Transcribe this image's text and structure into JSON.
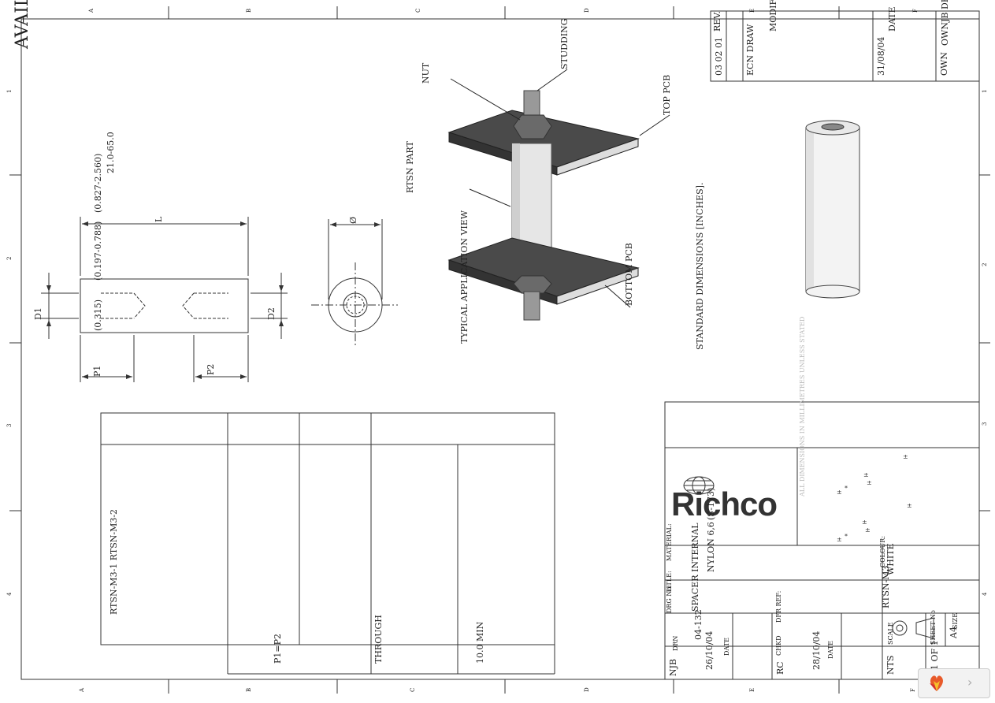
{
  "frame": {
    "watermark": "AVAIL",
    "col_letters_top": [
      "A",
      "B",
      "C",
      "D",
      "E",
      "F"
    ],
    "col_letters_bottom": [
      "A",
      "B",
      "C",
      "D",
      "E",
      "F"
    ],
    "row_numbers_left": [
      "1",
      "2",
      "3",
      "4"
    ],
    "row_numbers_right": [
      "1",
      "2",
      "3",
      "4"
    ]
  },
  "revision_block": {
    "rev_label": "REV.",
    "rev_values": "03 02 01",
    "ecn_text": "ECN DRAW",
    "modif_label": "MODIF",
    "date_label": "DATE",
    "date_values": "31/08/04",
    "drn_label": "OWNJB DRN",
    "drn_values": "OWN"
  },
  "part_drawing": {
    "dim_L": "L",
    "dim_D1": "D1",
    "dim_D2": "D2",
    "dim_P1": "P1",
    "dim_P2": "P2",
    "dim_OD": "Ø",
    "range_1": "(0.827-2.560)",
    "range_1b": "21.0-65.0",
    "range_2": "(0.197-0.788)",
    "range_3": "(0.315)"
  },
  "application_view": {
    "label_nut": "NUT",
    "label_studding": "STUDDING",
    "label_top_pcb": "TOP PCB",
    "label_rtsn_part": "RTSN PART",
    "label_typical": "TYPICAL APPLICATION VIEW",
    "label_bottom_pcb": "BOTTOM PCB"
  },
  "notes": {
    "dimensions_note": "STANDARD DIMENSIONS [INCHES].",
    "faint_note": "ALL DIMENSIONS IN MILLIMETRES UNLESS STATED"
  },
  "part_table": {
    "part_numbers": "RTSN-M3-1 RTSN-M3-2",
    "col_headers": [
      "",
      "",
      "",
      ""
    ],
    "p_equal": "P1=P2",
    "through": "THROUGH",
    "min_text": "10.0 MIN"
  },
  "title_block": {
    "brand": "Richco",
    "material_label": "MATERIAL:",
    "material_value": "NYLON 6,6",
    "title_label": "TITLE:",
    "title_value": "SPACER INTERNAL",
    "drg_label": "DRG No:",
    "drg_value": "04-132",
    "rs_value": "(S-173)",
    "drn_label": "DRN",
    "drn_value": "NJB",
    "drn_date": "26/10/04",
    "date_label": "DATE",
    "chkd_label": "CHKD",
    "chkd_value": "RC",
    "chkd_date": "28/10/04",
    "dfr_label": "DFR REF:",
    "colour_label": "COLOUR:",
    "colour_value": "WHITE",
    "rtsn_value": "RTSN-M3",
    "scale_label": "SCALE",
    "scale_value": "NTS",
    "sheet_label": "SHEET No",
    "sheet_value": "1 OF 1",
    "size_label": "SIZE",
    "size_value": "A4"
  }
}
